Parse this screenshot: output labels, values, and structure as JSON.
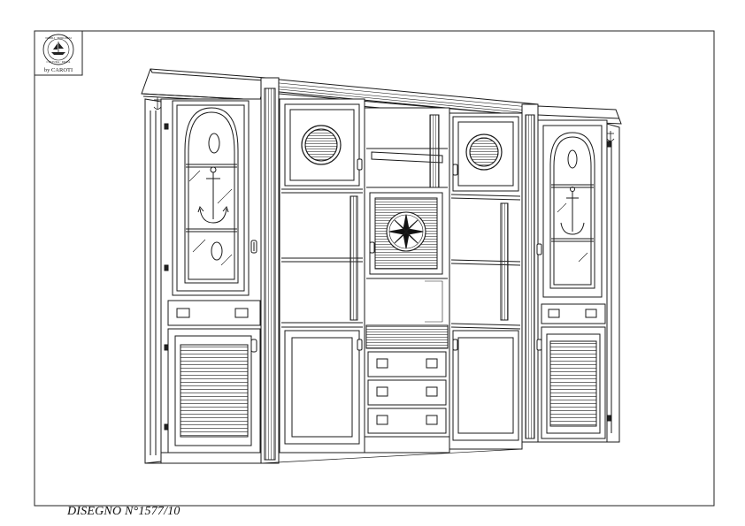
{
  "drawing": {
    "caption": "DISEGNO N°1577/10"
  },
  "logo": {
    "brand": "by CAROTI",
    "arc_top": "NOBILI · BORGHESI",
    "arc_bottom": "CULTURA · RICCA"
  },
  "icons": {
    "logo": "ship-emblem",
    "porthole": "porthole-vent-icon",
    "compass": "compass-rose-icon",
    "anchor": "anchor-icon"
  }
}
